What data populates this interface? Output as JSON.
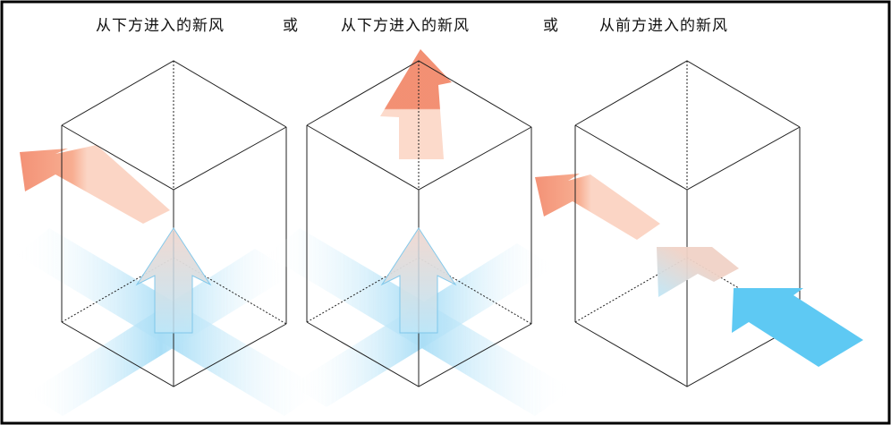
{
  "captions": {
    "panel1": "从下方进入的新风",
    "or1": "或",
    "panel2": "从下方进入的新风",
    "or2": "或",
    "panel3": "从前方进入的新风"
  },
  "colors": {
    "exhaust_dark": "#f38c6f",
    "exhaust_light": "#fbcdb8",
    "fresh_air": "#56c5f0",
    "fresh_air_light": "#bde6f8",
    "box_line": "#222222",
    "border": "#000000"
  }
}
